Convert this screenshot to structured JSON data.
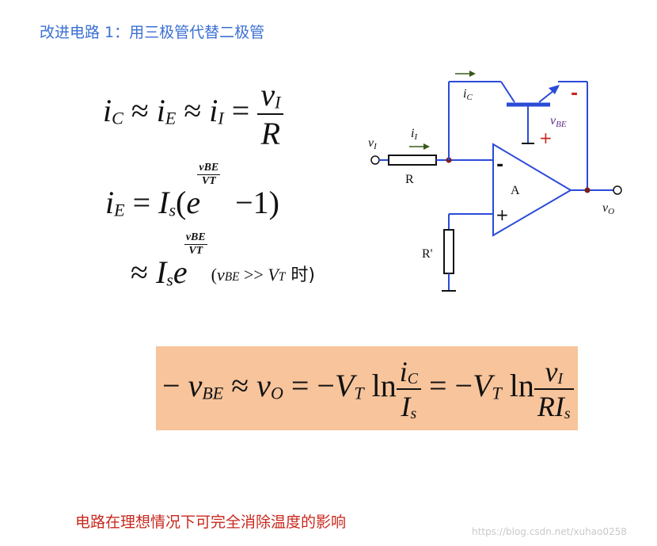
{
  "title": "改进电路 1：用三极管代替二极管",
  "note": "电路在理想情况下可完全消除温度的影响",
  "watermark": "https://blog.csdn.net/xuhao0258",
  "equations": {
    "eq1": {
      "iC": "i",
      "C": "C",
      "approx1": " ≈ ",
      "iE": "i",
      "E": "E",
      "approx2": " ≈ ",
      "iI": "i",
      "I": "I",
      "eq": " = ",
      "num_v": "v",
      "num_sub": "I",
      "den": "R"
    },
    "eq2": {
      "iE": "i",
      "E": "E",
      "eq": " = ",
      "Is": "I",
      "s": "s",
      "open": "(",
      "e": "e",
      "exp_num": "vBE",
      "exp_den": "VT",
      "minus1": " −1)"
    },
    "eq3": {
      "approx": "≈ ",
      "Is": "I",
      "s": "s",
      "e": "e",
      "exp_num": "vBE",
      "exp_den": "VT",
      "cond_open": "(",
      "cond_v": "v",
      "cond_vsub": "BE",
      "cond_op": " >> ",
      "cond_V": "V",
      "cond_Vsub": "T",
      "cond_word": " 时)"
    },
    "eq4": {
      "lead": "− ",
      "v": "v",
      "BE": "BE",
      "approx": " ≈ ",
      "vo": "v",
      "O": "O",
      "eq1": " = −",
      "VT": "V",
      "T": "T",
      "ln": " ln",
      "num_i": "i",
      "num_C": "C",
      "den_I": "I",
      "den_s": "s",
      "eq2": " = −",
      "VT2": "V",
      "T2": "T",
      "ln2": " ln",
      "num2_v": "v",
      "num2_I": "I",
      "den2_R": "RI",
      "den2_s": "s"
    }
  },
  "circuit": {
    "vI": "v",
    "vI_sub": "I",
    "iI": "i",
    "iI_sub": "I",
    "R": "R",
    "Rp": "R'",
    "iC": "i",
    "iC_sub": "C",
    "vBE": "v",
    "vBE_sub": "BE",
    "minus_top": "-",
    "plus_top": "+",
    "opamp_minus": "-",
    "opamp_plus": "+",
    "A": "A",
    "vO": "v",
    "vO_sub": "O"
  },
  "colors": {
    "wire": "#2b4bd8",
    "title": "#3b6fd4",
    "note": "#c8281e",
    "box": "#f7c49b",
    "polarity": "#c8281e",
    "label_purple": "#5c2a8a"
  }
}
